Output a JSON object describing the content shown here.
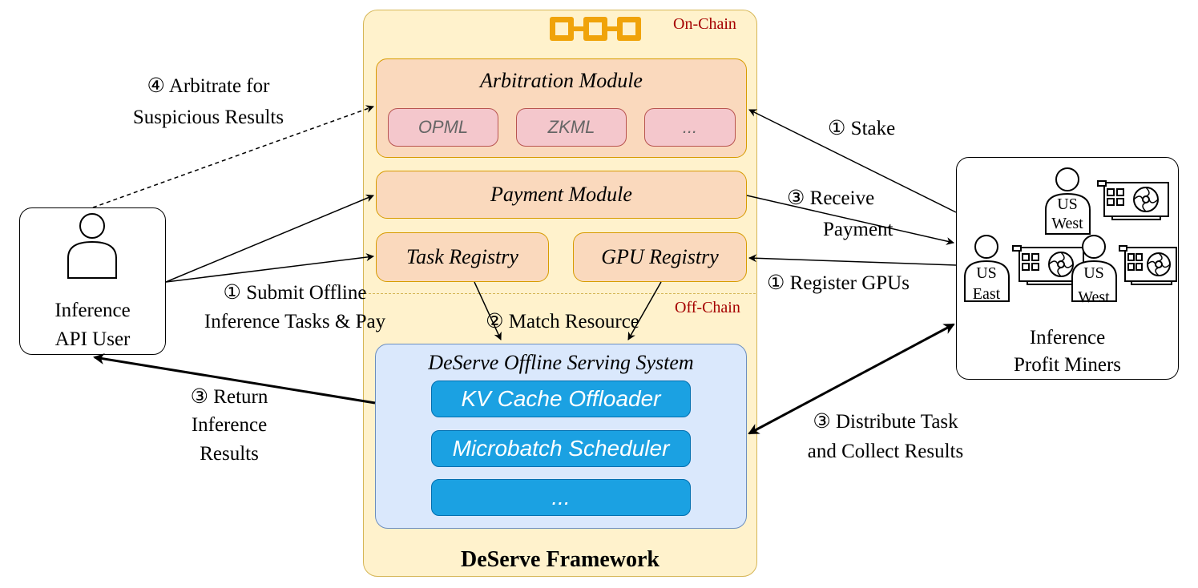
{
  "framework": {
    "title": "DeServe Framework",
    "on_chain_label": "On-Chain",
    "off_chain_label": "Off-Chain",
    "arbitration": {
      "title": "Arbitration Module",
      "items": [
        "OPML",
        "ZKML",
        "..."
      ]
    },
    "payment": {
      "title": "Payment Module"
    },
    "task_registry": "Task Registry",
    "gpu_registry": "GPU Registry",
    "serving": {
      "title": "DeServe Offline Serving System",
      "items": [
        "KV Cache Offloader",
        "Microbatch Scheduler",
        "..."
      ]
    }
  },
  "user": {
    "label_line1": "Inference",
    "label_line2": "API User"
  },
  "miners": {
    "label_line1": "Inference",
    "label_line2": "Profit Miners",
    "people": [
      {
        "line1": "US",
        "line2": "West"
      },
      {
        "line1": "US",
        "line2": "East"
      },
      {
        "line1": "US",
        "line2": "West"
      }
    ]
  },
  "edges": {
    "arbitrate": [
      "④ Arbitrate for",
      "Suspicious Results"
    ],
    "submit": [
      "① Submit Offline",
      "Inference Tasks & Pay"
    ],
    "return": [
      "③ Return",
      "Inference",
      "Results"
    ],
    "match": "② Match Resource",
    "stake": "① Stake",
    "receive": [
      "③ Receive",
      "Payment"
    ],
    "register": "① Register GPUs",
    "distribute": [
      "③ Distribute Task",
      "and Collect Results"
    ]
  },
  "colors": {
    "framework_fill": "#fff2cc",
    "framework_border": "#d6b656",
    "module_fill": "#fad9bd",
    "module_border": "#d79b00",
    "arb_pill_fill": "#f4c7cc",
    "arb_pill_border": "#b85450",
    "serving_fill": "#dae8fc",
    "serving_border": "#6c8ebf",
    "blue_pill_fill": "#1ba1e2",
    "chain_label": "#a50000",
    "chain_icon": "#f0a30a"
  }
}
